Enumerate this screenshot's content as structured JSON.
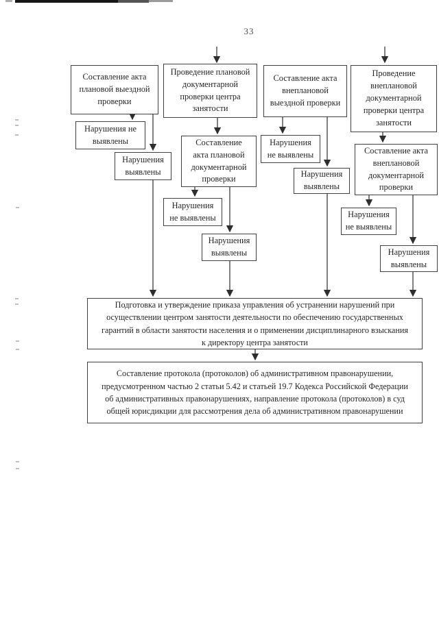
{
  "page": {
    "number": "33"
  },
  "colors": {
    "background": "#ffffff",
    "ink": "#262626",
    "line": "#3a3a3a"
  },
  "flowchart": {
    "nodes": {
      "act_planned_onsite": {
        "label": "Составление акта\nплановой выездной\nпроверки"
      },
      "planned_doc_check": {
        "label": "Проведение плановой\nдокументарной\nпроверки центра\nзанятости"
      },
      "act_unplanned_onsite": {
        "label": "Составление акта\nвнеплановой\nвыездной проверки"
      },
      "unplanned_doc_check": {
        "label": "Проведение\nвнеплановой\nдокументарной\nпроверки центра\nзанятости"
      },
      "col1_no_violations": {
        "label": "Нарушения не\nвыявлены"
      },
      "col1_violations": {
        "label": "Нарушения\nвыявлены"
      },
      "act_planned_doc": {
        "label": "Составление\nакта плановой\nдокументарной\nпроверки"
      },
      "col2_no_violations": {
        "label": "Нарушения\nне выявлены"
      },
      "col2_violations": {
        "label": "Нарушения\nвыявлены"
      },
      "col3_no_violations": {
        "label": "Нарушения\nне выявлены"
      },
      "col3_violations": {
        "label": "Нарушения\nвыявлены"
      },
      "act_unplanned_doc": {
        "label": "Составление акта\nвнеплановой\nдокументарной\nпроверки"
      },
      "col4_no_violations": {
        "label": "Нарушения\nне выявлены"
      },
      "col4_violations": {
        "label": "Нарушения\nвыявлены"
      },
      "order_preparation": {
        "label": "Подготовка и утверждение приказа управления об устранении нарушений при\nосуществлении центром занятости деятельности по обеспечению государственных\nгарантий в области занятости населения и о применении дисциплинарного взыскания\nк директору центра занятости"
      },
      "protocol_preparation": {
        "label": "Составление протокола (протоколов) об административном правонарушении,\nпредусмотренном частью 2 статьи 5.42 и статьей 19.7 Кодекса Российской Федерации\nоб административных правонарушениях, направление протокола (протоколов) в суд\nобщей юрисдикции для рассмотрения дела об административном правонарушении"
      }
    },
    "edges": [
      {
        "from": "start",
        "to": "planned_doc_check"
      },
      {
        "from": "start",
        "to": "unplanned_doc_check"
      },
      {
        "from": "act_planned_onsite",
        "to": "col1_no_violations"
      },
      {
        "from": "act_planned_onsite",
        "to": "col1_violations"
      },
      {
        "from": "planned_doc_check",
        "to": "act_planned_doc"
      },
      {
        "from": "act_planned_doc",
        "to": "col2_no_violations"
      },
      {
        "from": "act_planned_doc",
        "to": "col2_violations"
      },
      {
        "from": "act_unplanned_onsite",
        "to": "col3_no_violations"
      },
      {
        "from": "act_unplanned_onsite",
        "to": "col3_violations"
      },
      {
        "from": "unplanned_doc_check",
        "to": "act_unplanned_doc"
      },
      {
        "from": "act_unplanned_doc",
        "to": "col4_no_violations"
      },
      {
        "from": "act_unplanned_doc",
        "to": "col4_violations"
      },
      {
        "from": "col1_violations",
        "to": "order_preparation"
      },
      {
        "from": "col2_violations",
        "to": "order_preparation"
      },
      {
        "from": "col3_violations",
        "to": "order_preparation"
      },
      {
        "from": "col4_violations",
        "to": "order_preparation"
      },
      {
        "from": "order_preparation",
        "to": "protocol_preparation"
      }
    ]
  }
}
